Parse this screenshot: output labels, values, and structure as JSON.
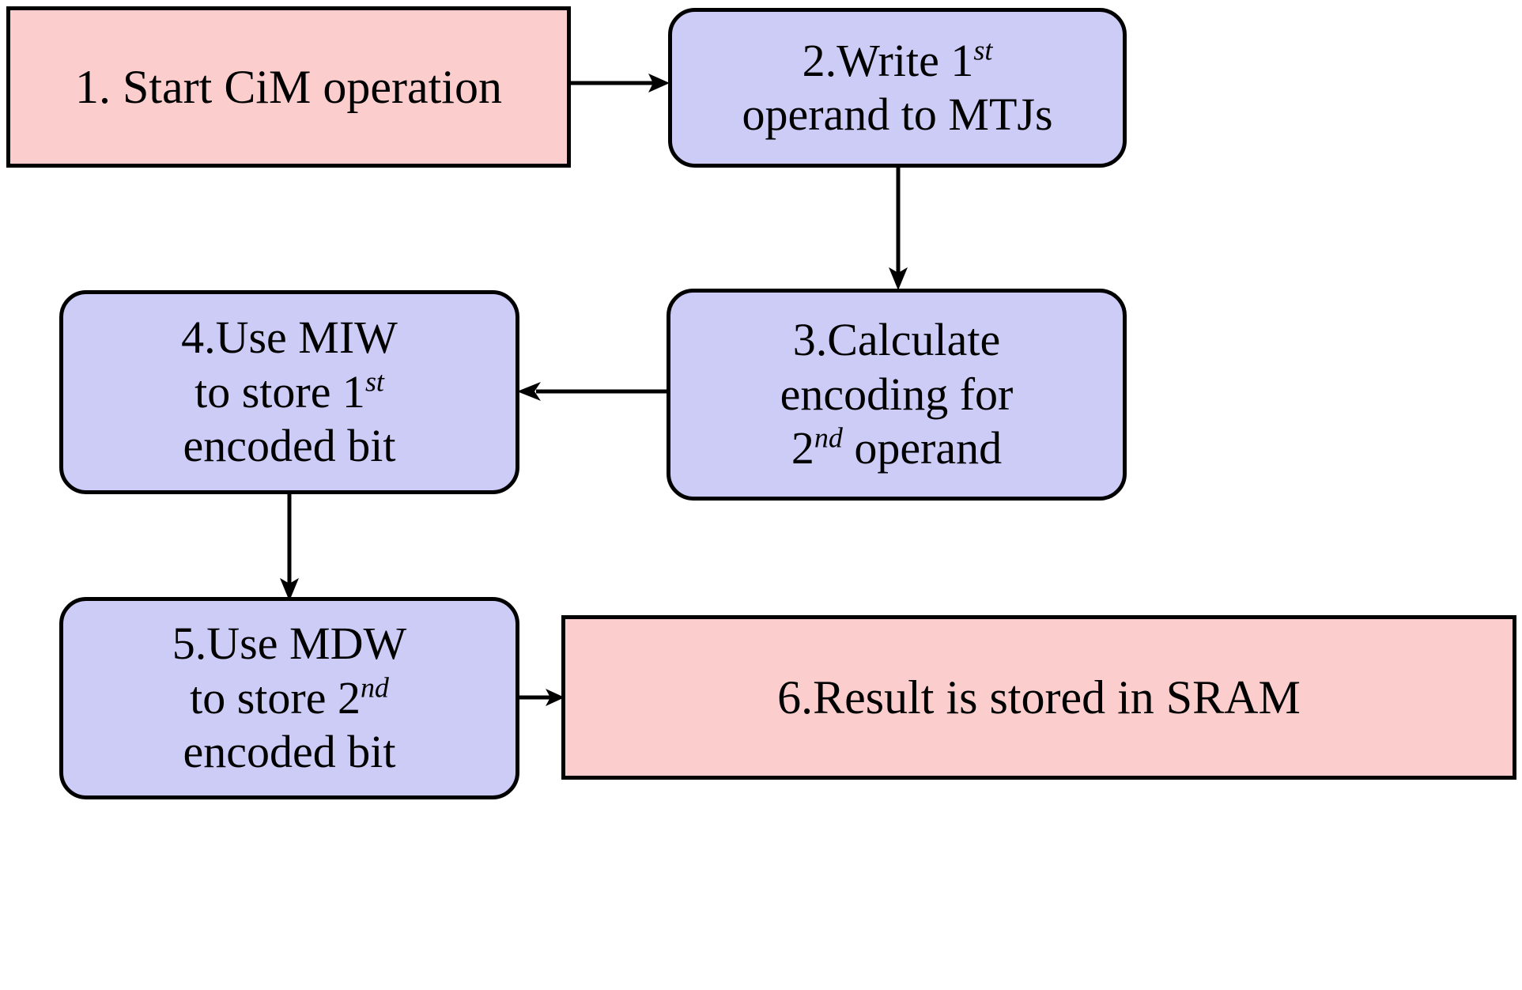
{
  "diagram": {
    "title": "CiM operation flowchart",
    "background": "#ffffff",
    "colors": {
      "start_end_fill": "#fbcdcd",
      "process_fill": "#ccccf7",
      "stroke": "#000000",
      "text": "#000000"
    },
    "nodes": [
      {
        "id": "step1",
        "name": "start-cim-operation",
        "shape": "rectangle",
        "fill": "#fbcdcd",
        "text": "1. Start CiM operation",
        "lines": [
          {
            "pre": "1. Start CiM operation",
            "sup": "",
            "post": ""
          }
        ]
      },
      {
        "id": "step2",
        "name": "write-first-operand",
        "shape": "rounded-rectangle",
        "fill": "#ccccf7",
        "text": "2.Write 1st operand to MTJs",
        "lines": [
          {
            "pre": "2.Write 1",
            "sup": "st",
            "post": ""
          },
          {
            "pre": "operand to MTJs",
            "sup": "",
            "post": ""
          }
        ]
      },
      {
        "id": "step3",
        "name": "calculate-encoding",
        "shape": "rounded-rectangle",
        "fill": "#ccccf7",
        "text": "3.Calculate encoding for 2nd operand",
        "lines": [
          {
            "pre": "3.Calculate",
            "sup": "",
            "post": ""
          },
          {
            "pre": "encoding for",
            "sup": "",
            "post": ""
          },
          {
            "pre": "2",
            "sup": "nd",
            "post": " operand"
          }
        ]
      },
      {
        "id": "step4",
        "name": "use-miw-store-first-bit",
        "shape": "rounded-rectangle",
        "fill": "#ccccf7",
        "text": "4.Use MIW to store 1st encoded bit",
        "lines": [
          {
            "pre": "4.Use MIW",
            "sup": "",
            "post": ""
          },
          {
            "pre": "to store 1",
            "sup": "st",
            "post": ""
          },
          {
            "pre": "encoded bit",
            "sup": "",
            "post": ""
          }
        ]
      },
      {
        "id": "step5",
        "name": "use-mdw-store-second-bit",
        "shape": "rounded-rectangle",
        "fill": "#ccccf7",
        "text": "5.Use MDW to store 2nd encoded bit",
        "lines": [
          {
            "pre": "5.Use MDW",
            "sup": "",
            "post": ""
          },
          {
            "pre": "to store 2",
            "sup": "nd",
            "post": ""
          },
          {
            "pre": "encoded bit",
            "sup": "",
            "post": ""
          }
        ]
      },
      {
        "id": "step6",
        "name": "result-stored-in-sram",
        "shape": "rectangle",
        "fill": "#fbcdcd",
        "text": "6.Result is stored in SRAM",
        "lines": [
          {
            "pre": "6.Result is stored in SRAM",
            "sup": "",
            "post": ""
          }
        ]
      }
    ],
    "edges": [
      {
        "id": "e12",
        "name": "arrow-step1-to-step2",
        "from": "step1",
        "to": "step2",
        "direction": "right"
      },
      {
        "id": "e23",
        "name": "arrow-step2-to-step3",
        "from": "step2",
        "to": "step3",
        "direction": "down"
      },
      {
        "id": "e34",
        "name": "arrow-step3-to-step4",
        "from": "step3",
        "to": "step4",
        "direction": "left"
      },
      {
        "id": "e45",
        "name": "arrow-step4-to-step5",
        "from": "step4",
        "to": "step5",
        "direction": "down"
      },
      {
        "id": "e56",
        "name": "arrow-step5-to-step6",
        "from": "step5",
        "to": "step6",
        "direction": "right"
      }
    ]
  }
}
